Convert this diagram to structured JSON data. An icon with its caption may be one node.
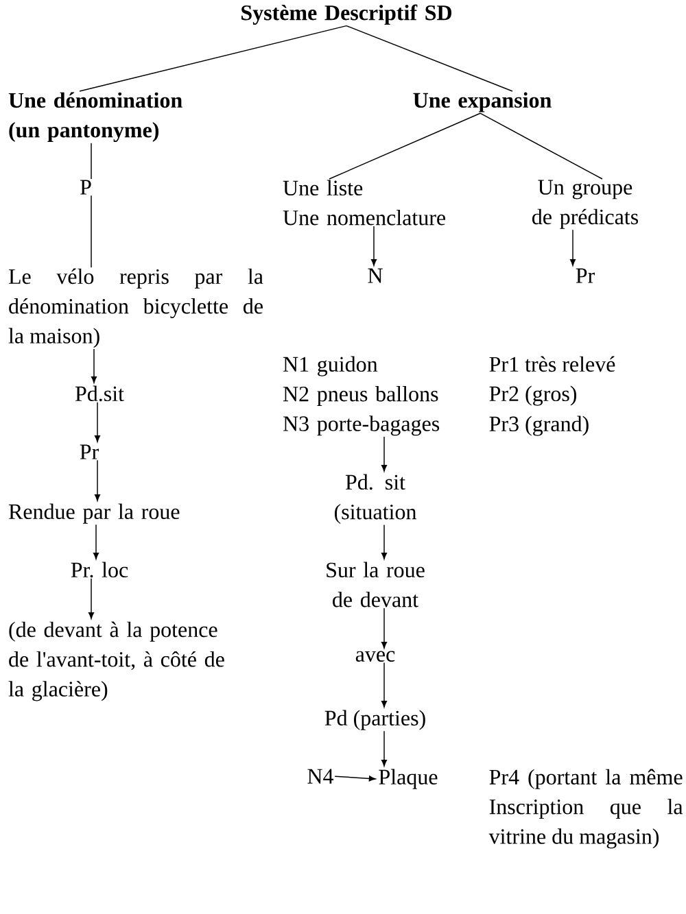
{
  "diagram": {
    "nodes": [
      {
        "text": [
          "Système Descriptif SD"
        ]
      },
      {
        "text": [
          "Une dénomination (un pantonyme)"
        ]
      },
      {
        "text": [
          "Une expansion"
        ]
      },
      {
        "text": [
          "P"
        ]
      },
      {
        "text": [
          "Le vélo repris par la dénomination bicyclette de la maison)"
        ]
      },
      {
        "text": [
          "Pd.sit"
        ]
      },
      {
        "text": [
          "Pr"
        ]
      },
      {
        "text": [
          "Rendue par la roue"
        ]
      },
      {
        "text": [
          "Pr. loc"
        ]
      },
      {
        "text": [
          "(de devant à la potence de l'avant-toit, à côté de la glacière)"
        ]
      },
      {
        "text": [
          "Une liste",
          "Une nomenclature"
        ]
      },
      {
        "text": [
          "Un groupe de prédicats"
        ]
      },
      {
        "text": [
          "N"
        ]
      },
      {
        "text": [
          "Pr"
        ]
      },
      {
        "text": [
          "N1 guidon",
          "N2  pneus ballons",
          "N3 porte-bagages"
        ]
      },
      {
        "text": [
          "Pd. sit (situation"
        ]
      },
      {
        "text": [
          "Sur la roue de devant"
        ]
      },
      {
        "text": [
          "avec"
        ]
      },
      {
        "text": [
          "Pd (parties)"
        ]
      },
      {
        "text": [
          "N4"
        ]
      },
      {
        "text": [
          "Plaque"
        ]
      }
    ],
    "edges": [
      {
        "from": 0,
        "to": 1,
        "arrow": "none"
      },
      {
        "from": 0,
        "to": 2,
        "arrow": "none"
      },
      {
        "from": 2,
        "to": 10,
        "arrow": "none"
      },
      {
        "from": 2,
        "to": 11,
        "arrow": "none"
      },
      {
        "from": 1,
        "to": 3,
        "arrow": "none"
      },
      {
        "from": 3,
        "to": 4,
        "arrow": "none"
      },
      {
        "from": 4,
        "to": 5,
        "arrow": "to"
      },
      {
        "from": 5,
        "to": 6,
        "arrow": "to"
      },
      {
        "from": 6,
        "to": 7,
        "arrow": "to"
      },
      {
        "from": 7,
        "to": 8,
        "arrow": "to"
      },
      {
        "from": 8,
        "to": 9,
        "arrow": "to"
      },
      {
        "from": 10,
        "to": 12,
        "arrow": "to"
      },
      {
        "from": 11,
        "to": 13,
        "arrow": "to"
      },
      {
        "from": 14,
        "to": 15,
        "arrow": "to"
      },
      {
        "from": 15,
        "to": 16,
        "arrow": "to"
      },
      {
        "from": 16,
        "to": 17,
        "arrow": "to"
      },
      {
        "from": 17,
        "to": 18,
        "arrow": "to"
      },
      {
        "from": 18,
        "to": 20,
        "arrow": "to"
      },
      {
        "from": 19,
        "to": 20,
        "arrow": "to"
      }
    ],
    "labels": [
      "Pr1  très relevé",
      "Pr2 (gros)",
      "Pr3 (grand)",
      "Pr4 (portant la même Inscription que la vitrine du magasin)"
    ]
  }
}
